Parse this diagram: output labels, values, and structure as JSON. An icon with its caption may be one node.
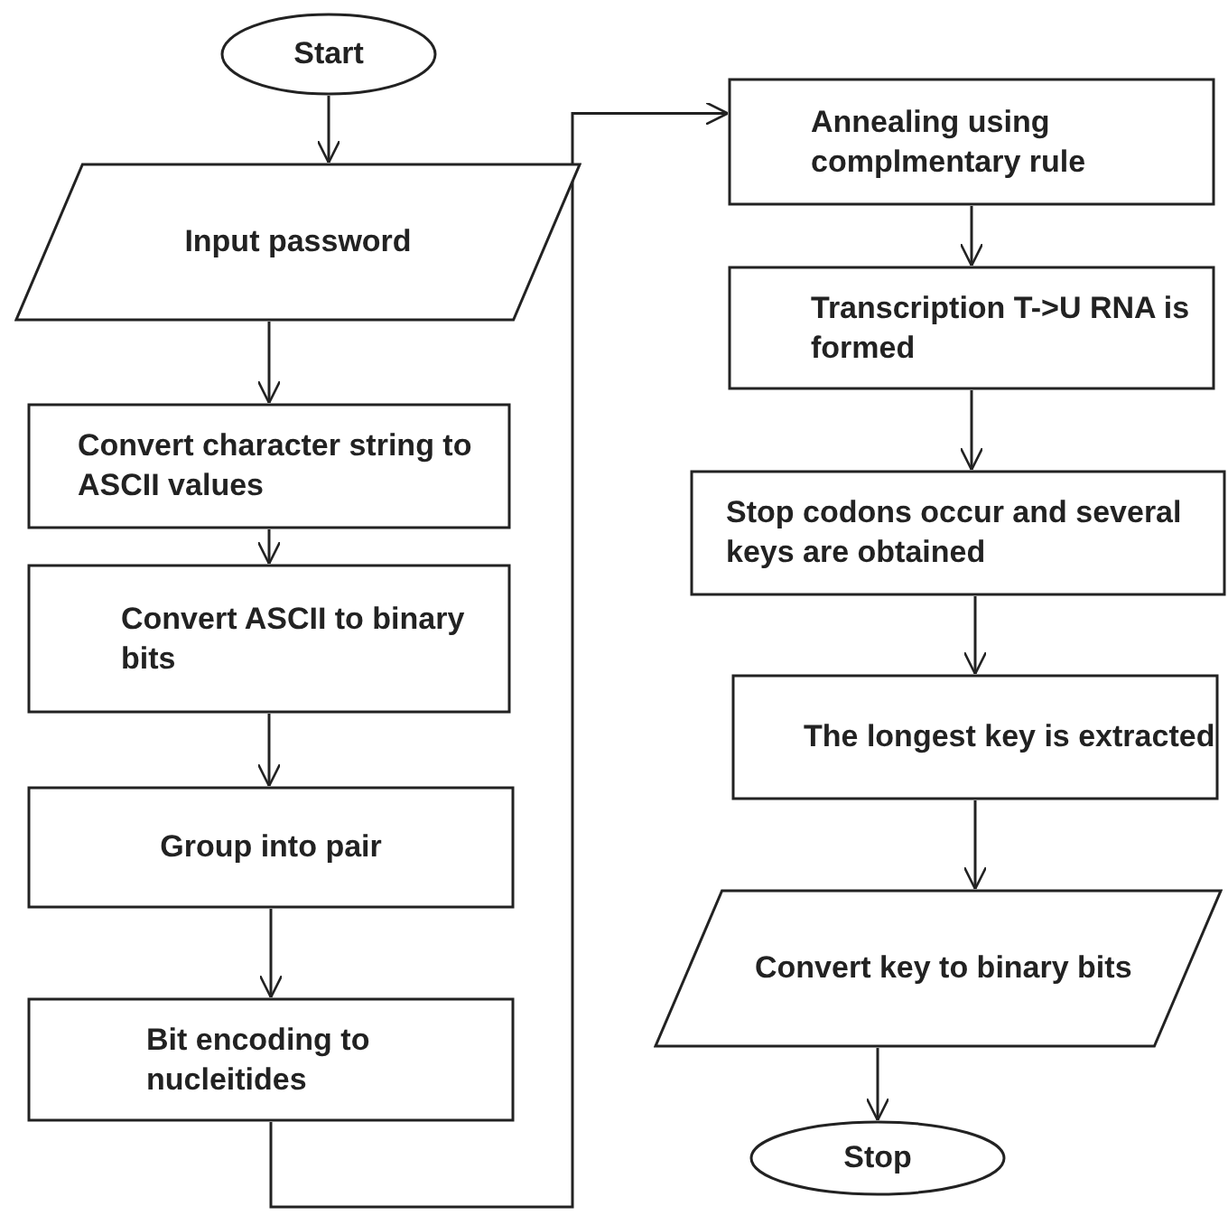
{
  "diagram": {
    "nodes": [
      {
        "text": [
          "Start"
        ]
      },
      {
        "text": [
          "Input password"
        ]
      },
      {
        "text": [
          "Convert character string to ASCII values"
        ]
      },
      {
        "text": [
          "Convert ASCII to binary bits"
        ]
      },
      {
        "text": [
          "Group into pair"
        ]
      },
      {
        "text": [
          "Bit encoding to nucleitides"
        ]
      },
      {
        "text": [
          "Annealing using complmentary rule"
        ]
      },
      {
        "text": [
          "Transcription T->U RNA is formed"
        ]
      },
      {
        "text": [
          "Stop codons occur and several keys are obtained"
        ]
      },
      {
        "text": [
          "The longest key is extracted"
        ]
      },
      {
        "text": [
          "Convert key to binary bits"
        ]
      },
      {
        "text": [
          "Stop"
        ]
      }
    ],
    "edges": [
      {
        "from": 0,
        "to": 1,
        "arrow": "to"
      },
      {
        "from": 1,
        "to": 2,
        "arrow": "to"
      },
      {
        "from": 2,
        "to": 3,
        "arrow": "to"
      },
      {
        "from": 3,
        "to": 4,
        "arrow": "to"
      },
      {
        "from": 4,
        "to": 5,
        "arrow": "to"
      },
      {
        "from": 5,
        "to": 6,
        "arrow": "to"
      },
      {
        "from": 6,
        "to": 7,
        "arrow": "to"
      },
      {
        "from": 7,
        "to": 8,
        "arrow": "to"
      },
      {
        "from": 8,
        "to": 9,
        "arrow": "to"
      },
      {
        "from": 9,
        "to": 10,
        "arrow": "to"
      },
      {
        "from": 10,
        "to": 11,
        "arrow": "to"
      }
    ]
  }
}
